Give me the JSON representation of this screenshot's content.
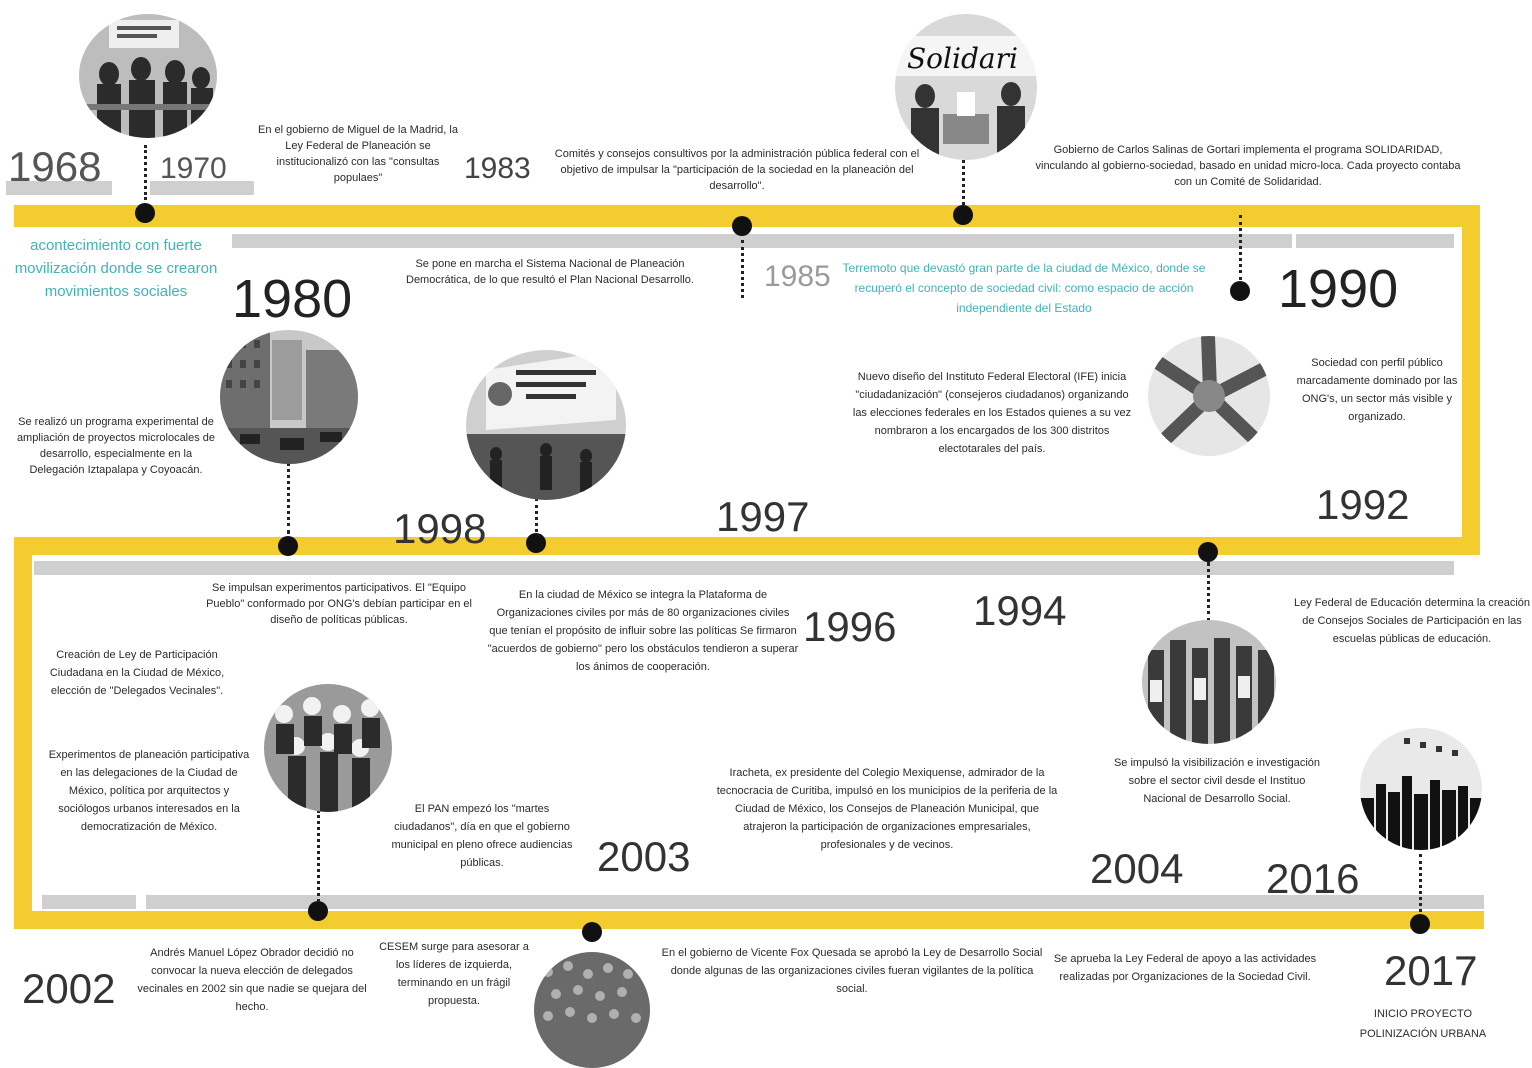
{
  "colors": {
    "band": "#f3cc2f",
    "bar": "#cfcfcf",
    "dot": "#111111",
    "teal": "#3fb3b8",
    "text": "#2b2b2b"
  },
  "years": {
    "y1968": "1968",
    "y1970": "1970",
    "y1983": "1983",
    "y1980": "1980",
    "y1985": "1985",
    "y1990": "1990",
    "y1998": "1998",
    "y1997": "1997",
    "y1992": "1992",
    "y1996": "1996",
    "y1994": "1994",
    "y2003": "2003",
    "y2004": "2004",
    "y2016": "2016",
    "y2002": "2002",
    "y2017": "2017"
  },
  "photo_signs": {
    "solidaridad": "Solidari"
  },
  "events": {
    "e1968": "acontecimiento con fuerte movilización donde se crearon movimientos sociales",
    "e1970": "En el gobierno de Miguel de la Madrid, la Ley Federal de Planeación se institucionalizó con las \"consultas populaes\"",
    "e1983": "Comités y consejos consultivos por la administración pública federal con el objetivo de impulsar la \"participación de la sociedad en la planeación del desarrollo\".",
    "e1990a": "Gobierno de Carlos Salinas de Gortari implementa el programa SOLIDARIDAD, vinculando al gobierno-sociedad, basado en unidad micro-loca. Cada proyecto contaba con un Comité de Solidaridad.",
    "e1980": "Se pone en marcha el Sistema Nacional de Planeación Democrática, de lo que resultó el Plan Nacional Desarrollo.",
    "e1985": "Terremoto que devastó gran parte de la ciudad de México, donde se recuperó el concepto de sociedad civil: como espacio de acción independiente del Estado",
    "e1980b": "Se realizó un programa experimental de ampliación de proyectos microlocales de desarrollo, especialmente en la Delegación Iztapalapa y Coyoacán.",
    "e1990b": "Nuevo diseño del Instituto Federal Electoral (IFE) inicia \"ciudadanización\" (consejeros ciudadanos) organizando las elecciones federales en los Estados quienes a su vez nombraron a los encargados de los 300 distritos electotarales del país.",
    "e1992": "Sociedad con perfil público marcadamente dominado por las ONG's, un sector más visible y organizado.",
    "e1998": "Se impulsan experimentos participativos. El \"Equipo Pueblo\" conformado por ONG's debían participar en el diseño de políticas públicas.",
    "e1997": "En la ciudad de México se integra la Plataforma de Organizaciones civiles por más de 80 organizaciones civiles que tenían el propósito de influir sobre las políticas Se firmaron \"acuerdos de gobierno\" pero los obstáculos tendieron a superar los ánimos de cooperación.",
    "e1994": "Ley Federal de Educación determina la creación de Consejos Sociales de Participación en las escuelas públicas de educación.",
    "e_ley": "Creación de Ley de Participación Ciudadana en la Ciudad de México, elección de \"Delegados Vecinales\".",
    "e_exp": "Experimentos de planeación participativa en las delegaciones de la Ciudad de México, política por arquitectos y sociólogos urbanos interesados en la democratización de México.",
    "e_pan": "El PAN empezó los \"martes ciudadanos\", día en que el gobierno municipal en pleno ofrece audiencias públicas.",
    "e_iracheta": "Iracheta, ex presidente del Colegio Mexiquense, admirador de la tecnocracia de Curitiba, impulsó en los municipios de la periferia de la Ciudad de México, los Consejos de Planeación Municipal, que atrajeron la participación de organizaciones empresariales, profesionales y de vecinos.",
    "e2004": "Se impulsó la visibilización e investigación sobre el sector civil desde el Instituo Nacional de Desarrollo Social.",
    "e2002": "Andrés Manuel López Obrador decidió no convocar la nueva elección de delegados vecinales en 2002 sin que nadie se quejara del hecho.",
    "e2003": "CESEM surge para asesorar a los líderes de izquierda, terminando en un frágil propuesta.",
    "e_fox": "En el gobierno de Vicente Fox Quesada se aprobó la Ley de Desarrollo Social donde algunas de las organizaciones civiles fueran vigilantes de la política social.",
    "e_ley2004": "Se aprueba la Ley Federal de apoyo a las actividades realizadas por Organizaciones de la Sociedad Civil.",
    "e2017": "INICIO PROYECTO POLINIZACIÓN URBANA"
  }
}
